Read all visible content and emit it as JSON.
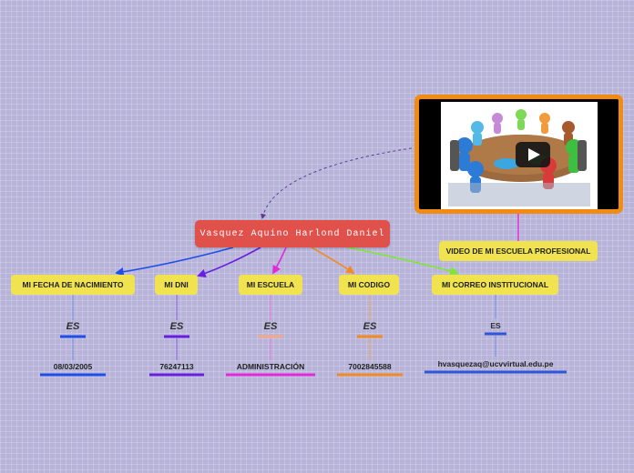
{
  "central_topic": "Vasquez Aquino Harlond Daniel",
  "branches": [
    {
      "id": "fecha",
      "label": "MI FECHA DE NACIMIENTO",
      "connector": "ES",
      "value": "08/03/2005",
      "color": "#1f4ee8"
    },
    {
      "id": "dni",
      "label": "MI DNI",
      "connector": "ES",
      "value": "76247113",
      "color": "#6a1fe0"
    },
    {
      "id": "escuela",
      "label": "MI ESCUELA",
      "connector": "ES",
      "value": "ADMINISTRACIÓN",
      "color": "#e32ad8"
    },
    {
      "id": "codigo",
      "label": "MI CODIGO",
      "connector": "ES",
      "value": "7002845588",
      "color": "#f28b23"
    },
    {
      "id": "correo",
      "label": "MI CORREO INSTITUCIONAL",
      "connector": "ES",
      "value": "hvasquezaq@ucvvirtual.edu.pe",
      "color": "#2f55d9"
    }
  ],
  "video": {
    "label": "VIDEO DE MI ESCUELA PROFESIONAL",
    "icon": "play-icon",
    "link_color": "#e32ad8",
    "frame_color": "#f28b12",
    "correo_link_color": "#7bea2a"
  },
  "colors": {
    "central": "#e0514b",
    "topic": "#f1e34f",
    "background": "#b8b3d9"
  }
}
